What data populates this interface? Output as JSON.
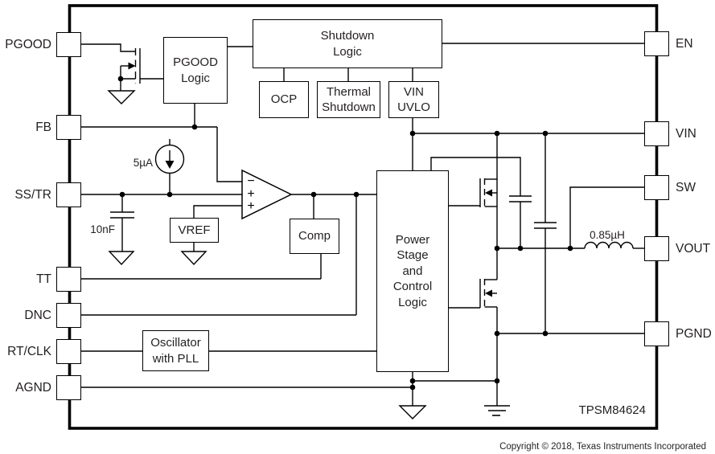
{
  "part_number": "TPSM84624",
  "copyright": "Copyright © 2018, Texas Instruments Incorporated",
  "pins": {
    "pgood": "PGOOD",
    "fb": "FB",
    "ss_tr": "SS/TR",
    "tt": "TT",
    "dnc": "DNC",
    "rt_clk": "RT/CLK",
    "agnd": "AGND",
    "en": "EN",
    "vin": "VIN",
    "sw": "SW",
    "vout": "VOUT",
    "pgnd": "PGND"
  },
  "blocks": {
    "pgood_logic": "PGOOD\nLogic",
    "shutdown_logic": "Shutdown\nLogic",
    "ocp": "OCP",
    "thermal_shutdown": "Thermal\nShutdown",
    "vin_uvlo": "VIN\nUVLO",
    "vref": "VREF",
    "comp": "Comp",
    "oscillator": "Oscillator\nwith PLL",
    "power_stage": "Power\nStage\nand\nControl\nLogic"
  },
  "components": {
    "current_source": "5µA",
    "soft_start_cap": "10nF",
    "inductor": "0.85µH"
  },
  "opamp": {
    "minus": "−",
    "plus_top": "+",
    "plus_bottom": "+"
  },
  "colors": {
    "line": "#000000",
    "background": "#ffffff"
  }
}
